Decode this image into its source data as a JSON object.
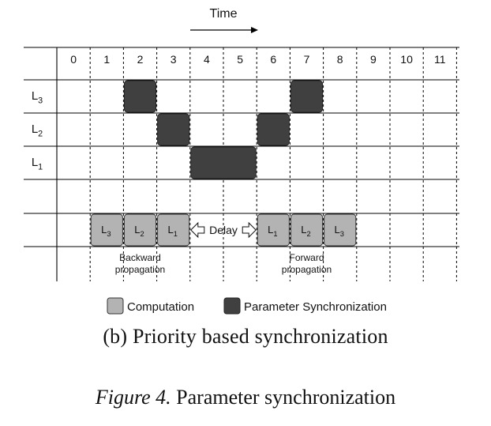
{
  "time_label": "Time",
  "columns": [
    "0",
    "1",
    "2",
    "3",
    "4",
    "5",
    "6",
    "7",
    "8",
    "9",
    "10",
    "11"
  ],
  "rows": [
    {
      "label": "L",
      "sub": "3"
    },
    {
      "label": "L",
      "sub": "2"
    },
    {
      "label": "L",
      "sub": "1"
    }
  ],
  "sync_blocks": [
    {
      "row": 0,
      "start": 2,
      "end": 3
    },
    {
      "row": 0,
      "start": 7,
      "end": 8
    },
    {
      "row": 1,
      "start": 3,
      "end": 4
    },
    {
      "row": 1,
      "start": 6,
      "end": 7
    },
    {
      "row": 2,
      "start": 4,
      "end": 6
    }
  ],
  "compute_blocks": [
    {
      "col": 1,
      "label": "L",
      "sub": "3"
    },
    {
      "col": 2,
      "label": "L",
      "sub": "2"
    },
    {
      "col": 3,
      "label": "L",
      "sub": "1"
    },
    {
      "col": 6,
      "label": "L",
      "sub": "1"
    },
    {
      "col": 7,
      "label": "L",
      "sub": "2"
    },
    {
      "col": 8,
      "label": "L",
      "sub": "3"
    }
  ],
  "delay_label": "Delay",
  "backward_label": [
    "Backward",
    "propagation"
  ],
  "forward_label": [
    "Forward",
    "propagation"
  ],
  "legend": {
    "computation": "Computation",
    "sync": "Parameter Synchronization"
  },
  "subcaption": "(b)  Priority based synchronization",
  "figure_label": "Figure 4.",
  "figure_title": "Parameter synchronization",
  "colors": {
    "sync_fill": "#404040",
    "compute_fill": "#b3b3b3",
    "line": "#000000"
  }
}
